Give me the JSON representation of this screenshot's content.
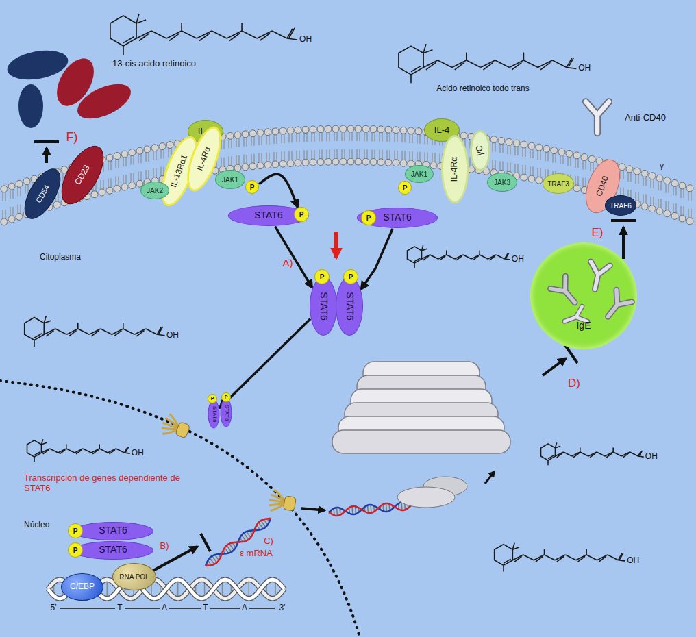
{
  "diagram": {
    "nodes": [
      {
        "text": [
          "CD54"
        ]
      },
      {
        "text": [
          "CD23"
        ]
      },
      {
        "text": [
          "IL-4"
        ]
      },
      {
        "text": [
          "IL-13Rα1"
        ]
      },
      {
        "text": [
          "IL-4Rα"
        ]
      },
      {
        "text": [
          "JAK2"
        ]
      },
      {
        "text": [
          "JAK1"
        ]
      },
      {
        "text": [
          "P"
        ]
      },
      {
        "text": [
          "STAT6"
        ]
      },
      {
        "text": [
          "P"
        ]
      },
      {
        "text": [
          "IL-4"
        ]
      },
      {
        "text": [
          "IL-4Rα"
        ]
      },
      {
        "text": [
          "γC"
        ]
      },
      {
        "text": [
          "JAK1"
        ]
      },
      {
        "text": [
          "P"
        ]
      },
      {
        "text": [
          "JAK3"
        ]
      },
      {
        "text": [
          "STAT6"
        ]
      },
      {
        "text": [
          "P"
        ]
      },
      {
        "text": [
          "TRAF3"
        ]
      },
      {
        "text": [
          "CD40"
        ]
      },
      {
        "text": [
          "TRAF6"
        ]
      },
      {
        "text": [
          "STAT6"
        ]
      },
      {
        "text": [
          "P"
        ]
      },
      {
        "text": [
          "STAT6"
        ]
      },
      {
        "text": [
          "P"
        ]
      },
      {
        "text": [
          "IgE"
        ]
      },
      {
        "text": [
          "STAT6"
        ]
      },
      {
        "text": [
          "P"
        ]
      },
      {
        "text": [
          "STAT6"
        ]
      },
      {
        "text": [
          "P"
        ]
      },
      {
        "text": [
          "STAT6"
        ]
      },
      {
        "text": [
          "P"
        ]
      },
      {
        "text": [
          "STAT6"
        ]
      },
      {
        "text": [
          "P"
        ]
      },
      {
        "text": [
          "C/EBP"
        ]
      },
      {
        "text": [
          "RNA POL"
        ]
      }
    ],
    "edges": [
      {
        "from": 7,
        "to": 9,
        "arrow": "to"
      },
      {
        "from": 8,
        "to": 21,
        "arrow": "to"
      },
      {
        "from": 16,
        "to": 23,
        "arrow": "to"
      },
      {
        "from": 21,
        "to": 26,
        "arrow": "to"
      }
    ],
    "labels": [
      "13-cis acido retinoico",
      "Acido retinoico todo trans",
      "OH",
      "OH",
      "OH",
      "OH",
      "OH",
      "OH",
      "OH",
      "Anti-CD40",
      "γ",
      "F)",
      "Citoplasma",
      "A)",
      "E)",
      "D)",
      "Transcripción de genes dependiente de STAT6",
      "Núcleo",
      "B)",
      "C)",
      "ε mRNA",
      "5'",
      "T",
      "A",
      "T",
      "A",
      "3'"
    ]
  }
}
